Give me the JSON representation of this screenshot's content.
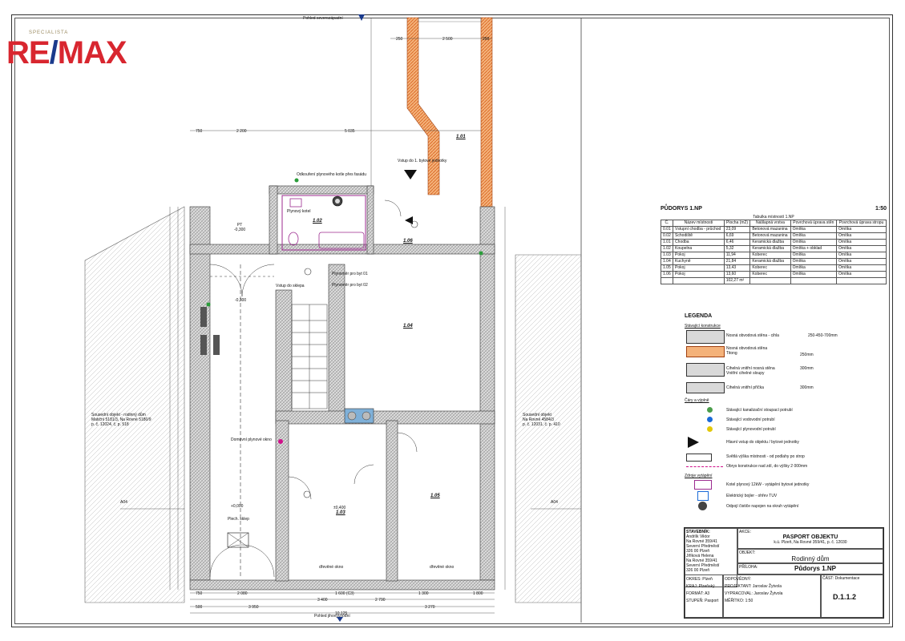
{
  "logo": {
    "brand": "RE/MAX",
    "brand_left": "RE",
    "brand_slash": "/",
    "brand_right": "MAX",
    "tagline": "SPECIALISTA"
  },
  "arrows": {
    "top": "Pohled severozápadní",
    "bottom": "Pohled jihovýchodní"
  },
  "neighbors": {
    "left": "Sousední objekt - rodinný dům\nMatiční 5181/3, Na Rovné 5180/9\np. č. 12024, č. p. 518",
    "right": "Sousední objekt\nNa Rovné 4584/3\np. č. 12031, č. p. 410"
  },
  "sections": {
    "a1": "A04",
    "a2": "A04"
  },
  "dims_top": [
    "750",
    "2 200",
    "5 035",
    "250",
    "2 500",
    "250"
  ],
  "dims_bottom": [
    "750",
    "2 080",
    "3 400",
    "1 600 (C3)",
    "2 790",
    "1 300",
    "1 800",
    "500",
    "3 950",
    "3 270",
    "10 125"
  ],
  "room_labels": {
    "r101": "1.01",
    "r102": "1.02",
    "r103": "1.03",
    "r104": "1.04",
    "r105": "1.05",
    "r106": "1.06"
  },
  "notes": [
    "Odkouření plynového kotle přes fasádu",
    "Plynový kotel",
    "Vstup do 1. bytové jednotky",
    "Plynoměr pro byt 01",
    "Plynoměr pro byt 02",
    "Vstup do sklepa",
    "Domovní plynové okno",
    "Plech. sklep",
    "dřevěné okno",
    "dřevěné okno"
  ],
  "levels": {
    "l1": "-0,300",
    "l2": "+0,000",
    "l3": "±0,400",
    "l4": "PT\n-0,300"
  },
  "room_table": {
    "title": "PŮDORYS 1.NP",
    "scale": "1:50",
    "caption": "Tabulka místností 1.NP",
    "headers": [
      "Č.",
      "Název místnosti",
      "Plocha (m2)",
      "Nášlapná vrstva",
      "Povrchová úprava stěn",
      "Povrchová úprava stropu"
    ],
    "rows": [
      [
        "0.01",
        "Vstupní chodba - průchod",
        "23,09",
        "Betonová mazanina",
        "Omítka",
        "Omítka"
      ],
      [
        "0.02",
        "Schodiště",
        "6,69",
        "Betonová mazanina",
        "Omítka",
        "Omítka"
      ],
      [
        "1.01",
        "Chodba",
        "6,46",
        "Keramická dlažba",
        "Omítka",
        "Omítka"
      ],
      [
        "1.02",
        "Koupelna",
        "5,32",
        "Keramická dlažba",
        "Omítka + obklad",
        "Omítka"
      ],
      [
        "1.03",
        "Pokoj",
        "11,94",
        "Koberec",
        "Omítka",
        "Omítka"
      ],
      [
        "1.04",
        "Kuchyně",
        "21,84",
        "Keramická dlažba",
        "Omítka",
        "Omítka"
      ],
      [
        "1.05",
        "Pokoj",
        "13,43",
        "Koberec",
        "Omítka",
        "Omítka"
      ],
      [
        "1.06",
        "Pokoj",
        "13,60",
        "Koberec",
        "Omítka",
        "Omítka"
      ]
    ],
    "total": "102,27 m²"
  },
  "legend": {
    "title": "LEGENDA",
    "sub1": "Stávající konstrukce",
    "items": [
      {
        "text": "Nosná obvodová stěna - cihla",
        "extra": "250-450-700mm"
      },
      {
        "text": "Nosná obvodová stěna\nTitong",
        "extra": "250mm"
      },
      {
        "text": "Cihelná vnitřní nosná stěna\nVnitřní cihelné sloupy",
        "extra": "300mm"
      },
      {
        "text": "Cihelná vnitřní příčka",
        "extra": "300mm"
      }
    ],
    "sub2": "Čáry a výplně",
    "lines": [
      "Stávající kanalizační stoupací potrubí",
      "Stávající vodovodní potrubí",
      "Stávající plynovodní potrubí",
      "Hlavní vstup do objektu / bytové jednotky",
      "Světlá výška místnosti - od podlahy po strop",
      "Obrys konstrukce nad zdí, do výšky 2 000mm"
    ],
    "sub3": "Zdroje vytápění",
    "heat": [
      "Kotel plynový 12kW - vytápění bytové jednotky",
      "Elektrický bojler - ohřev TUV",
      "Odpojí čističe napojen na okruh vytápění"
    ]
  },
  "titleblock": {
    "stavebnik_label": "STAVEBNÍK:",
    "stavebnik": "Andrlík Viktor\nNa Rovné 359/41\nSeverní Předměstí\n326 00 Plzeň\nJiříková Helena\nNa Rovné 359/41\nSeverní Předměstí\n326 00 Plzeň",
    "akce_label": "AKCE:",
    "akce": "PASPORT OBJEKTU",
    "akce2": "k.ú. Plzeň, Na Rovné 359/41, p. č. 12030",
    "objekt_label": "OBJEKT:",
    "objekt": "Rodinný dům",
    "priloha_label": "PŘÍLOHA:",
    "priloha": "Půdorys 1.NP",
    "rows": [
      [
        "ODPOVĚDNÝ:",
        ""
      ],
      [
        "PROJEKTANT:",
        "Jaroslav Žytvola"
      ],
      [
        "VYPRACOVAL:",
        "Jaroslav Žytvola"
      ],
      [
        "MĚŘÍTKO:",
        "1:50"
      ]
    ],
    "left_rows": [
      [
        "OKRES:",
        "Plzeň"
      ],
      [
        "KRAJ:",
        "Plzeňský"
      ],
      [
        "FORMÁT:",
        "A3"
      ],
      [
        "STUPEŇ:",
        "Pasport"
      ]
    ],
    "number": "D.1.1.2",
    "part_label": "ČÁST:",
    "part": "Dokumentace"
  }
}
